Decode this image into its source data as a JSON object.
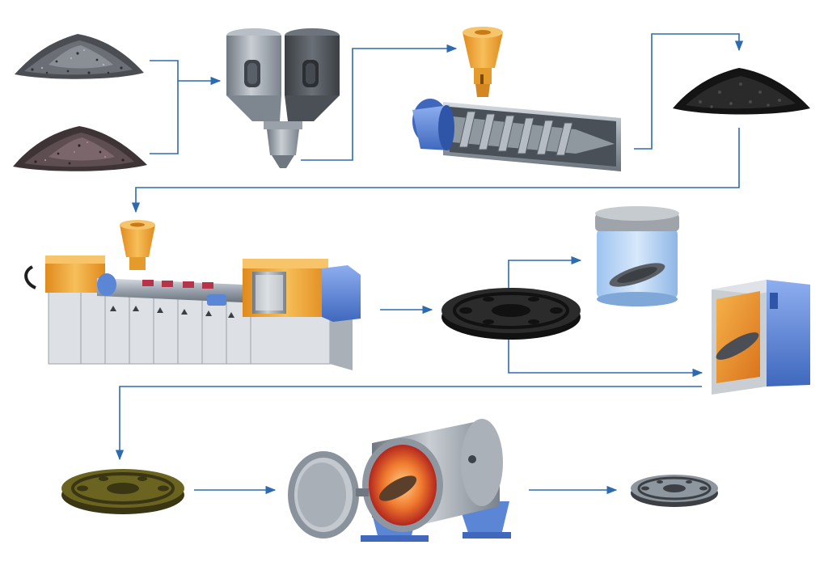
{
  "diagram": {
    "type": "process-flow",
    "text_labels": [],
    "stages": [
      {
        "id": "metal-powder",
        "icon": "metal-powder-pile"
      },
      {
        "id": "binder",
        "icon": "binder-granules-pile"
      },
      {
        "id": "mixer",
        "icon": "twin-hopper-mixer"
      },
      {
        "id": "extruder",
        "icon": "screw-extruder-cutaway"
      },
      {
        "id": "feedstock",
        "icon": "feedstock-pellets-pile"
      },
      {
        "id": "injection-molding",
        "icon": "injection-molding-machine"
      },
      {
        "id": "green-part",
        "icon": "molded-green-part"
      },
      {
        "id": "solvent-debinding",
        "icon": "solvent-bath-jar"
      },
      {
        "id": "thermal-debinding",
        "icon": "debinding-oven"
      },
      {
        "id": "brown-part",
        "icon": "brown-part"
      },
      {
        "id": "sintering",
        "icon": "sintering-furnace"
      },
      {
        "id": "finished-part",
        "icon": "finished-metal-part"
      }
    ],
    "colors": {
      "arrow": "#2d6bb0",
      "hopper_orange": "#f2a93b",
      "machine_orange": "#f0a43a",
      "machine_blue": "#5b86d6",
      "steel": "#9aa3ad",
      "dark_powder": "#2b2b2b",
      "furnace_glow": "#e0502a"
    }
  }
}
